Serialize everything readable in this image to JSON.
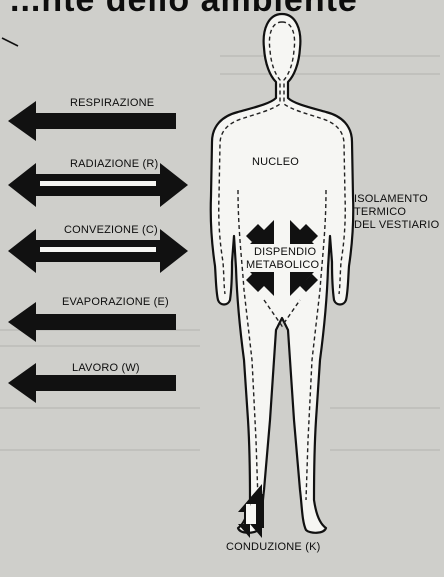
{
  "heading": "...nte dello ambiente",
  "labels": {
    "respirazione": "RESPIRAZIONE",
    "radiazione": "RADIAZIONE (R)",
    "convezione": "CONVEZIONE (C)",
    "evaporazione": "EVAPORAZIONE (E)",
    "lavoro": "LAVORO (W)",
    "nucleo": "NUCLEO",
    "isolamento_1": "ISOLAMENTO",
    "isolamento_2": "TERMICO",
    "isolamento_3": "DEL VESTIARIO",
    "dispendio_1": "DISPENDIO",
    "dispendio_2": "METABOLICO",
    "conduzione": "CONDUZIONE (K)"
  },
  "arrows": [
    {
      "name": "respirazione",
      "direction": "out"
    },
    {
      "name": "radiazione",
      "direction": "both"
    },
    {
      "name": "convezione",
      "direction": "both"
    },
    {
      "name": "evaporazione",
      "direction": "out"
    },
    {
      "name": "lavoro",
      "direction": "out"
    },
    {
      "name": "conduzione",
      "direction": "both-vertical"
    }
  ],
  "colors": {
    "paper": "#cfcfcb",
    "ink": "#111111"
  }
}
